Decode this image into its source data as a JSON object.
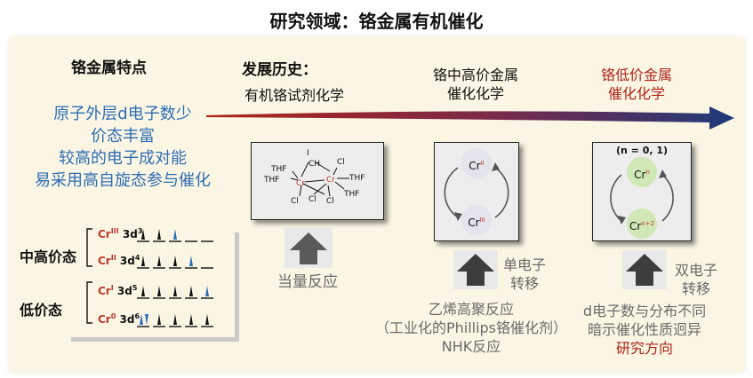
{
  "title": "研究领域：铬金属有机催化",
  "left": {
    "header": "铬金属特点",
    "features": [
      "原子外层d电子数少",
      "价态丰富",
      "较高的电子成对能",
      "易采用高自旋态参与催化"
    ],
    "valence_groups": [
      "中高价态",
      "低价态"
    ],
    "configs": [
      {
        "ion": "Cr",
        "charge": "III",
        "orbital": "3d",
        "count": "3"
      },
      {
        "ion": "Cr",
        "charge": "II",
        "orbital": "3d",
        "count": "4"
      },
      {
        "ion": "Cr",
        "charge": "I",
        "orbital": "3d",
        "count": "5"
      },
      {
        "ion": "Cr",
        "charge": "0",
        "orbital": "3d",
        "count": "6"
      }
    ]
  },
  "history": {
    "header": "发展历史：",
    "stage1": {
      "title": "有机铬试剂化学",
      "caption": "当量反应"
    },
    "stage2": {
      "title_line1": "铬中高价金属",
      "title_line2": "催化化学",
      "cycle_top": "Cr",
      "cycle_top_sup": "II",
      "cycle_bottom": "Cr",
      "cycle_bottom_sup": "III",
      "arrow_label_1": "单电子",
      "arrow_label_2": "转移",
      "notes": [
        "乙烯高聚反应",
        "（工业化的Phillips铬催化剂）",
        "NHK反应"
      ]
    },
    "stage3": {
      "title_line1": "铬低价金属",
      "title_line2": "催化化学",
      "n_note": "(n = 0, 1)",
      "cycle_top": "Cr",
      "cycle_top_sup": "n",
      "cycle_bottom": "Cr",
      "cycle_bottom_sup": "n+2",
      "arrow_label_1": "双电子",
      "arrow_label_2": "转移",
      "notes": [
        "d电子数与分布不同",
        "暗示催化性质迥异"
      ],
      "highlight": "研究方向"
    }
  },
  "molecule": {
    "atoms": [
      "THF",
      "THF",
      "I",
      "CH",
      "Cr",
      "Cr",
      "Cl",
      "Cl",
      "Cl",
      "Cl",
      "THF",
      "THF"
    ]
  },
  "colors": {
    "accent_red": "#b02418",
    "blue_text": "#2e6db3",
    "arrow_blue": "#1f3a7a",
    "green_node": "#cfe8b5",
    "gray_node": "#e4e4ec"
  }
}
